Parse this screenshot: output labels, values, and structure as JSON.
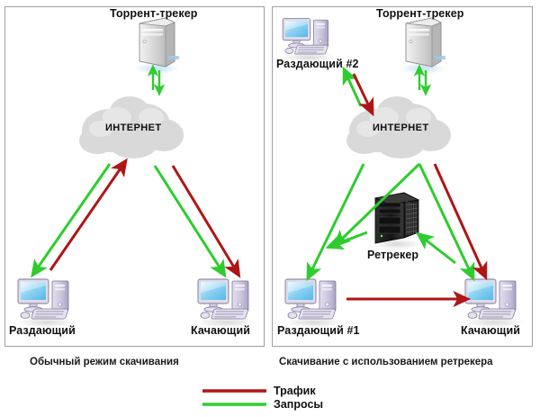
{
  "diagram": {
    "title_implicit": "",
    "colors": {
      "traffic": "#b01515",
      "requests": "#2ecc2e",
      "panel_border": "#9aa0a6",
      "cloud": "#d8d8d8",
      "text": "#111111",
      "monitor_screen": "#8fd3f4",
      "tower_light": "#c9c3dd",
      "server_body": "#c8c8c8",
      "retracker_body": "#1a1a1a"
    },
    "panels": [
      {
        "id": "left",
        "caption": "Обычный режим скачивания",
        "nodes": [
          {
            "name": "tracker",
            "label": "Торрент-трекер",
            "icon": "server-tower-icon"
          },
          {
            "name": "internet",
            "label": "ИНТЕРНЕТ",
            "icon": "cloud-icon"
          },
          {
            "name": "seeder",
            "label": "Раздающий",
            "icon": "desktop-computer-icon"
          },
          {
            "name": "leecher",
            "label": "Качающий",
            "icon": "desktop-computer-icon"
          }
        ]
      },
      {
        "id": "right",
        "caption": "Скачивание с использованием ретрекера",
        "nodes": [
          {
            "name": "seeder2",
            "label": "Раздающий  #2",
            "icon": "desktop-computer-icon"
          },
          {
            "name": "tracker",
            "label": "Торрент-трекер",
            "icon": "server-tower-icon"
          },
          {
            "name": "internet",
            "label": "ИНТЕРНЕТ",
            "icon": "cloud-icon"
          },
          {
            "name": "retracker",
            "label": "Ретрекер",
            "icon": "black-server-tower-icon"
          },
          {
            "name": "seeder1",
            "label": "Раздающий  #1",
            "icon": "desktop-computer-icon"
          },
          {
            "name": "leecher",
            "label": "Качающий",
            "icon": "desktop-computer-icon"
          }
        ]
      }
    ]
  },
  "legend": {
    "items": [
      {
        "label": "Трафик",
        "color": "#b01515",
        "style": "solid-line"
      },
      {
        "label": "Запросы",
        "color": "#2ecc2e",
        "style": "solid-line"
      }
    ]
  }
}
